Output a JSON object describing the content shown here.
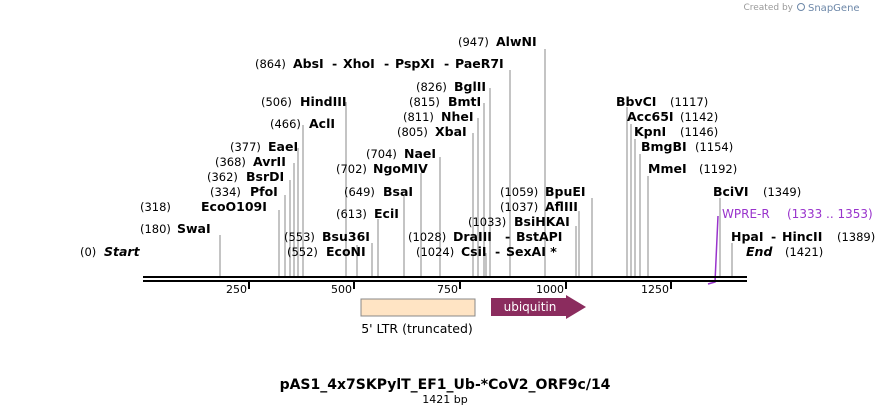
{
  "watermark": {
    "created_by": "Created by",
    "brand": "SnapGene"
  },
  "map": {
    "title": "pAS1_4x7SKPylT_EF1_Ub-*CoV2_ORF9c/14",
    "length_label": "1421 bp",
    "total_bp": 1421,
    "ticks": [
      250,
      500,
      750,
      1000,
      1250
    ],
    "start": {
      "pos": "(0)",
      "label": "Start"
    },
    "end": {
      "pos": "(1421)",
      "label": "End"
    }
  },
  "sites": [
    {
      "pos": "(180)",
      "name": "SwaI",
      "bp": 180
    },
    {
      "pos": "(318)",
      "name": "EcoO109I",
      "bp": 318
    },
    {
      "pos": "(334)",
      "name": "PfoI",
      "bp": 334
    },
    {
      "pos": "(362)",
      "name": "BsrDI",
      "bp": 362
    },
    {
      "pos": "(368)",
      "name": "AvrII",
      "bp": 368
    },
    {
      "pos": "(377)",
      "name": "EaeI",
      "bp": 377
    },
    {
      "pos": "(466)",
      "name": "AclI",
      "bp": 466
    },
    {
      "pos": "(506)",
      "name": "HindIII",
      "bp": 506
    },
    {
      "pos": "(553)",
      "name": "Bsu36I",
      "bp": 553
    },
    {
      "pos": "(552)",
      "name": "EcoNI",
      "bp": 552
    },
    {
      "pos": "(613)",
      "name": "EciI",
      "bp": 613
    },
    {
      "pos": "(649)",
      "name": "BsaI",
      "bp": 649
    },
    {
      "pos": "(702)",
      "name": "NgoMIV",
      "bp": 702
    },
    {
      "pos": "(704)",
      "name": "NaeI",
      "bp": 704
    },
    {
      "pos": "(805)",
      "name": "XbaI",
      "bp": 805
    },
    {
      "pos": "(811)",
      "name": "NheI",
      "bp": 811
    },
    {
      "pos": "(815)",
      "name": "BmtI",
      "bp": 815
    },
    {
      "pos": "(826)",
      "name": "BglII",
      "bp": 826
    },
    {
      "pos": "(864)",
      "name": "AbsI",
      "bp": 864
    },
    {
      "pos": "",
      "name": "XhoI",
      "bp": 864
    },
    {
      "pos": "",
      "name": "PspXI",
      "bp": 864
    },
    {
      "pos": "",
      "name": "PaeR7I",
      "bp": 864
    },
    {
      "pos": "(947)",
      "name": "AlwNI",
      "bp": 947
    },
    {
      "pos": "(1028)",
      "name": "DraIII",
      "bp": 1028
    },
    {
      "pos": "",
      "name": "BstAPI",
      "bp": 1028
    },
    {
      "pos": "(1024)",
      "name": "CsiI",
      "bp": 1024
    },
    {
      "pos": "",
      "name": "SexAI *",
      "bp": 1024
    },
    {
      "pos": "(1033)",
      "name": "BsiHKAI",
      "bp": 1033
    },
    {
      "pos": "(1037)",
      "name": "AflIII",
      "bp": 1037
    },
    {
      "pos": "(1059)",
      "name": "BpuEI",
      "bp": 1059
    },
    {
      "pos": "(1117)",
      "name": "BbvCI",
      "bp": 1117
    },
    {
      "pos": "(1142)",
      "name": "Acc65I",
      "bp": 1142
    },
    {
      "pos": "(1146)",
      "name": "KpnI",
      "bp": 1146
    },
    {
      "pos": "(1154)",
      "name": "BmgBI",
      "bp": 1154
    },
    {
      "pos": "(1192)",
      "name": "MmeI",
      "bp": 1192
    },
    {
      "pos": "(1349)",
      "name": "BciVI",
      "bp": 1349
    },
    {
      "pos": "(1389)",
      "name": "HpaI",
      "bp": 1389
    },
    {
      "pos": "",
      "name": "HincII",
      "bp": 1389
    }
  ],
  "primer": {
    "name": "WPRE-R",
    "range": "(1333 .. 1353)",
    "color": "#9933cc"
  },
  "features": [
    {
      "name": "5' LTR (truncated)",
      "color": "#ffe4c4",
      "kind": "box"
    },
    {
      "name": "ubiquitin",
      "color": "#8b2c5e",
      "kind": "arrow"
    }
  ]
}
